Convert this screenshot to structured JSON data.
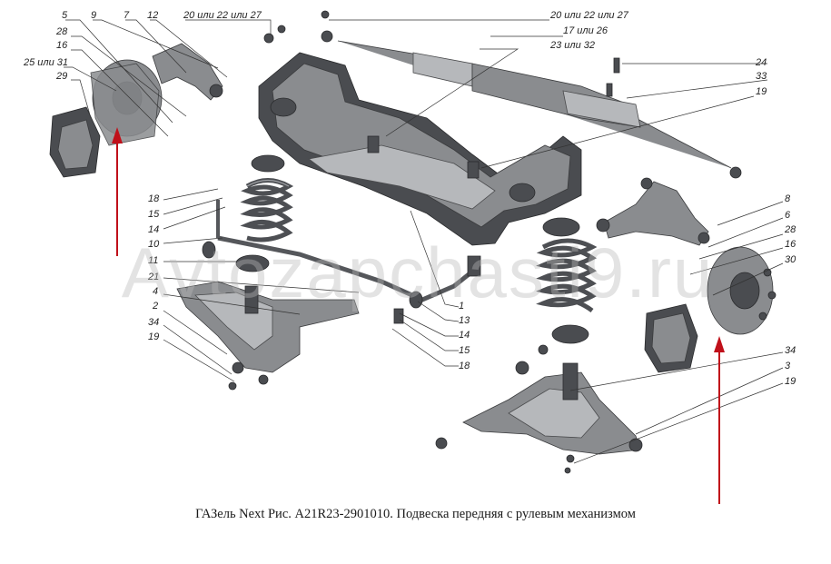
{
  "caption": "ГАЗель Next Рис. А21R23-2901010. Подвеска передняя с рулевым механизмом",
  "watermark": "Avtozapchasti9.ru",
  "arrow_color": "#c0101a",
  "callouts": {
    "c_5": "5",
    "c_9": "9",
    "c_7": "7",
    "c_12": "12",
    "c_20_top_left": "20 или 22 или 27",
    "c_20_top_right": "20 или 22 или 27",
    "c_17": "17 или 26",
    "c_23": "23 или 32",
    "c_28_left": "28",
    "c_16_left": "16",
    "c_25": "25 или 31",
    "c_29": "29",
    "c_24": "24",
    "c_33": "33",
    "c_19_top": "19",
    "c_18_left": "18",
    "c_15_left": "15",
    "c_14_left": "14",
    "c_10": "10",
    "c_11": "11",
    "c_21": "21",
    "c_4": "4",
    "c_2": "2",
    "c_34_left": "34",
    "c_19_left": "19",
    "c_1": "1",
    "c_13": "13",
    "c_14_mid": "14",
    "c_15_mid": "15",
    "c_18_mid": "18",
    "c_8": "8",
    "c_6": "6",
    "c_28_right": "28",
    "c_16_right": "16",
    "c_30": "30",
    "c_34_right": "34",
    "c_3": "3",
    "c_19_right": "19"
  }
}
